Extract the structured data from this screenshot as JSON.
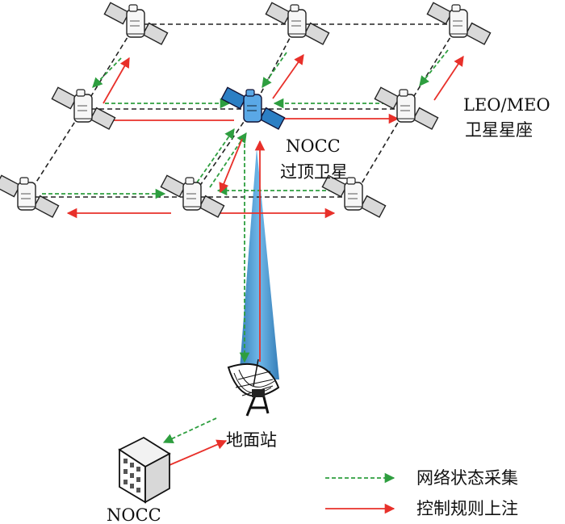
{
  "labels": {
    "constellation_line1": "LEO/MEO",
    "constellation_line2": "卫星星座",
    "overhead_line1": "NOCC",
    "overhead_line2": "过顶卫星",
    "ground_station": "地面站",
    "nocc": "NOCC"
  },
  "legend": {
    "collection": "网络状态采集",
    "upload": "控制规则上注"
  },
  "colors": {
    "collection": "#2e9e3f",
    "upload": "#e8302a",
    "link": "#222222",
    "beam": "#2f86c8",
    "overhead_satellite": "#3a8fd6",
    "satellite": "#f2f2f2"
  },
  "icons": {
    "satellite": "satellite-icon",
    "dish": "satellite-dish-icon",
    "building": "nocc-building-icon"
  }
}
